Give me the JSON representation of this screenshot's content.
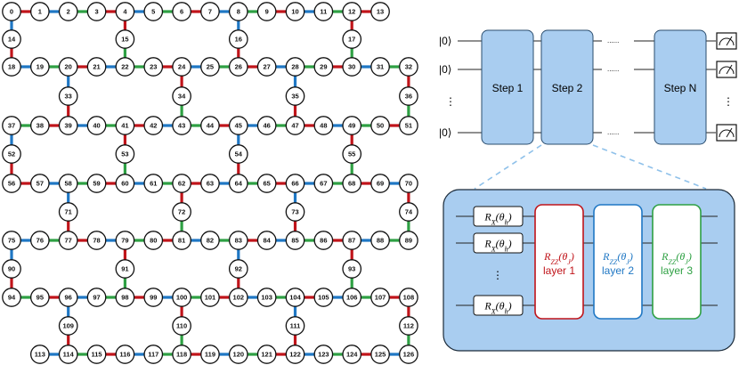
{
  "colors": {
    "edge_red": "#c0141a",
    "edge_green": "#2ea043",
    "edge_blue": "#1f77c4",
    "step_fill": "#a9cdf0",
    "panel_fill": "#a9cdf0",
    "layer1": "#c0141a",
    "layer2": "#1f77c4",
    "layer3": "#2ea043"
  },
  "lattice": {
    "rows": [
      [
        0,
        1,
        2,
        3,
        4,
        5,
        6,
        7,
        8,
        9,
        10,
        11,
        12,
        13
      ],
      [
        18,
        19,
        20,
        21,
        22,
        23,
        24,
        25,
        26,
        27,
        28,
        29,
        30,
        31,
        32
      ],
      [
        37,
        38,
        39,
        40,
        41,
        42,
        43,
        44,
        45,
        46,
        47,
        48,
        49,
        50,
        51
      ],
      [
        56,
        57,
        58,
        59,
        60,
        61,
        62,
        63,
        64,
        65,
        66,
        67,
        68,
        69,
        70
      ],
      [
        75,
        76,
        77,
        78,
        79,
        80,
        81,
        82,
        83,
        84,
        85,
        86,
        87,
        88,
        89
      ],
      [
        94,
        95,
        96,
        97,
        98,
        99,
        100,
        101,
        102,
        103,
        104,
        105,
        106,
        107,
        108
      ],
      [
        113,
        114,
        115,
        116,
        117,
        118,
        119,
        120,
        121,
        122,
        123,
        124,
        125,
        126
      ]
    ],
    "bridge_rows": [
      [
        14,
        15,
        16,
        17
      ],
      [
        33,
        34,
        35,
        36
      ],
      [
        52,
        53,
        54,
        55
      ],
      [
        71,
        72,
        73,
        74
      ],
      [
        90,
        91,
        92,
        93
      ],
      [
        109,
        110,
        111,
        112
      ]
    ]
  },
  "circuit": {
    "kets": [
      "|0⟩",
      "|0⟩",
      "⋮",
      "|0⟩"
    ],
    "steps": [
      "Step 1",
      "Step 2",
      "Step N"
    ],
    "dots": "......",
    "vdots": "⋮"
  },
  "panel": {
    "rx_gate": "R_X(θ_h)",
    "vdots": "⋮",
    "layers": [
      {
        "gate": "R_ZZ(θ_J)",
        "label": "layer 1"
      },
      {
        "gate": "R_ZZ(θ_J)",
        "label": "layer 2"
      },
      {
        "gate": "R_ZZ(θ_J)",
        "label": "layer 3"
      }
    ]
  }
}
